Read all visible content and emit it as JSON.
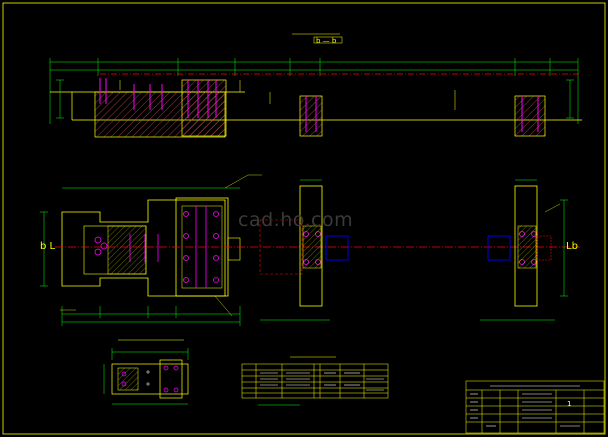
{
  "drawing": {
    "watermark": "cad.ho.com",
    "section_tag": "b — b",
    "left_marker": "b L",
    "right_marker": "Lb",
    "sheet_number": "1"
  },
  "colors": {
    "background": "#000000",
    "outline": "#ffff00",
    "dimension": "#00ff00",
    "centerline": "#ff0000",
    "bolt": "#ff00ff",
    "member": "#0000ff",
    "concrete": "#ff0000"
  }
}
